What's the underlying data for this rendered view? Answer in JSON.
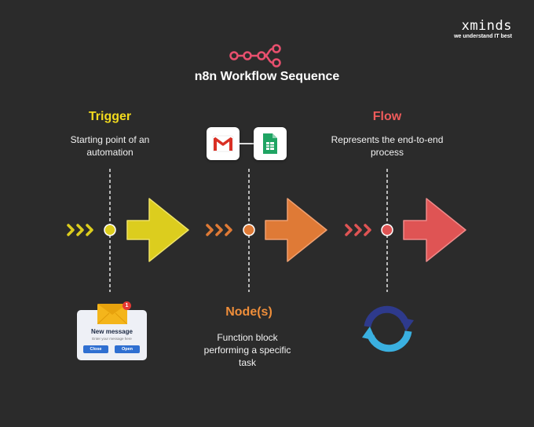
{
  "brand": {
    "name": "xminds",
    "tagline": "we understand IT best"
  },
  "header": {
    "title": "n8n Workflow Sequence",
    "logo_icon": "n8n-logo-icon"
  },
  "stages": [
    {
      "heading": "Trigger",
      "heading_color": "#f2da1e",
      "description": "Starting point of an automation",
      "arrow_color": "#dccd1e"
    },
    {
      "heading": "Node(s)",
      "heading_color": "#ef8e3a",
      "description": "Function block performing a specific task",
      "arrow_color": "#df7a36"
    },
    {
      "heading": "Flow",
      "heading_color": "#ef5b5b",
      "description": "Represents the end-to-end process",
      "arrow_color": "#df5454"
    }
  ],
  "node_apps": [
    {
      "name": "Gmail",
      "icon": "gmail-icon"
    },
    {
      "name": "Google Sheets",
      "icon": "google-sheets-icon"
    }
  ],
  "email_card": {
    "title": "New message",
    "subtitle": "Enter your message here",
    "badge": "1",
    "close_label": "Close",
    "open_label": "Open"
  },
  "flow_icon": "cycle-arrows-icon"
}
